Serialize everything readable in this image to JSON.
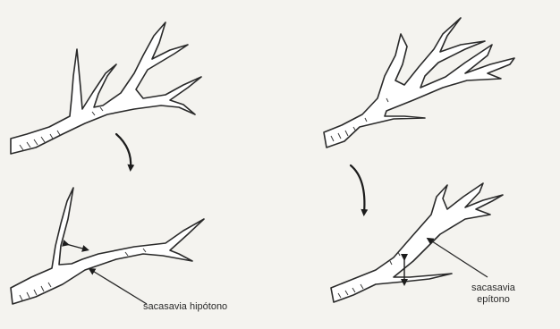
{
  "labels": {
    "hypotone": "sacasavia hipótono",
    "epitone_line1": "sacasavia",
    "epitone_line2": "epítono"
  }
}
